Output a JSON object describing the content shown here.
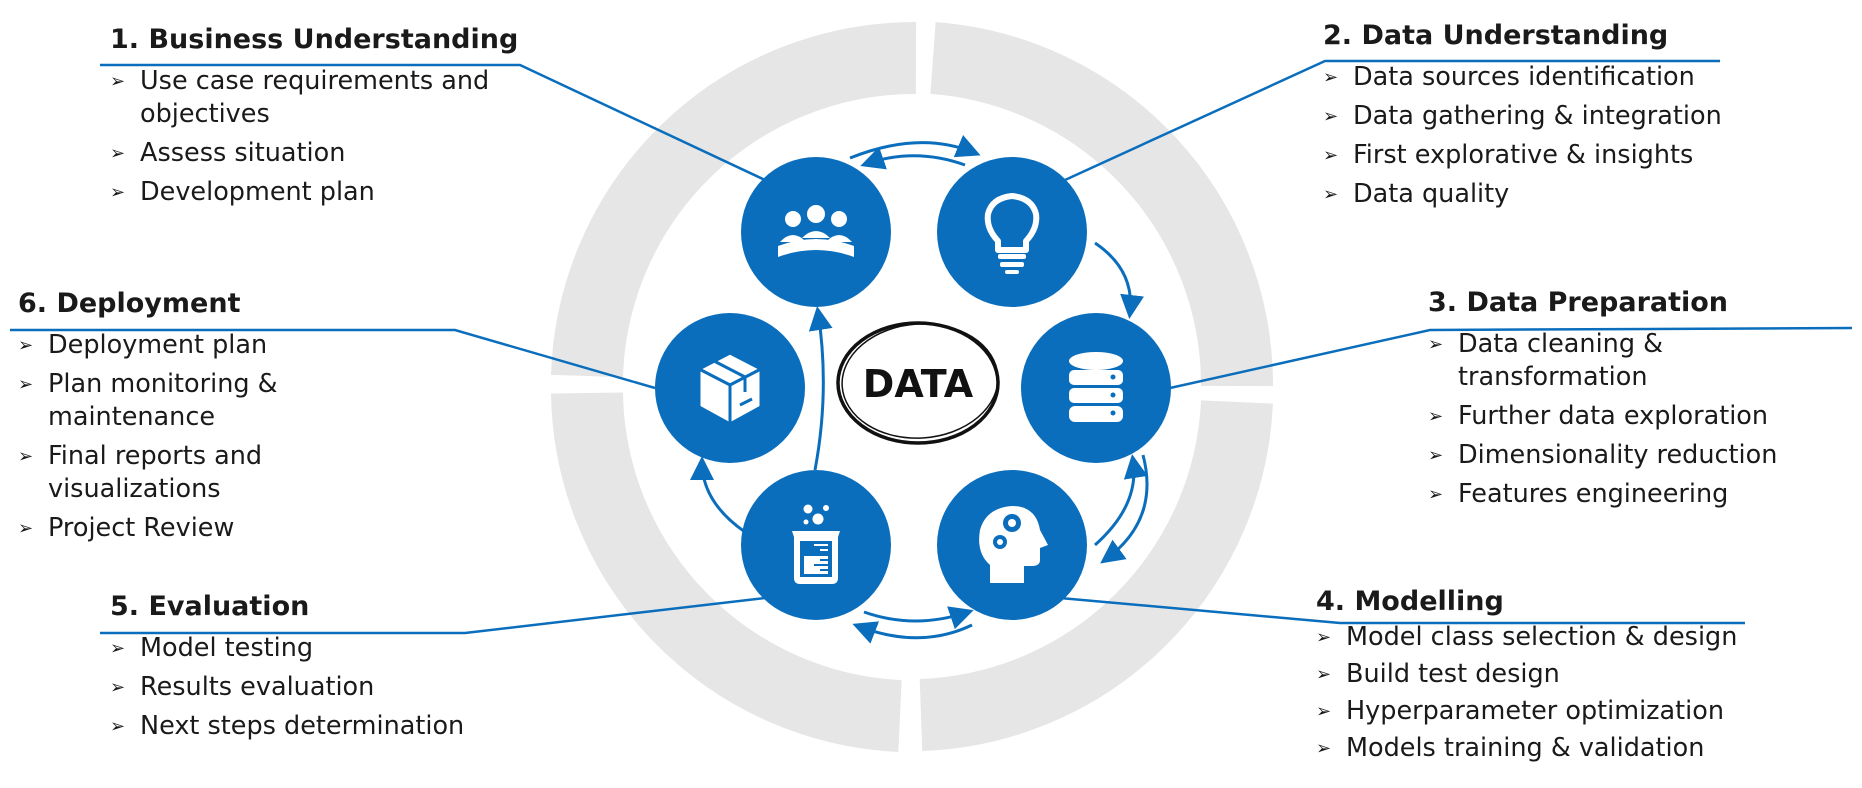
{
  "center": {
    "label": "DATA"
  },
  "stages": [
    {
      "id": "business-understanding",
      "title": "1. Business Understanding",
      "icon": "team-meeting-icon",
      "items": [
        "Use case requirements and objectives",
        "Assess situation",
        "Development plan"
      ]
    },
    {
      "id": "data-understanding",
      "title": "2. Data Understanding",
      "icon": "lightbulb-icon",
      "items": [
        "Data sources identification",
        "Data gathering & integration",
        "First explorative & insights",
        "Data quality"
      ]
    },
    {
      "id": "data-preparation",
      "title": "3. Data Preparation",
      "icon": "database-icon",
      "items": [
        "Data cleaning & transformation",
        "Further data exploration",
        "Dimensionality reduction",
        "Features engineering"
      ]
    },
    {
      "id": "modelling",
      "title": "4. Modelling",
      "icon": "head-gears-icon",
      "items": [
        "Model class selection & design",
        "Build test design",
        "Hyperparameter optimization",
        "Models training & validation"
      ]
    },
    {
      "id": "evaluation",
      "title": "5. Evaluation",
      "icon": "beaker-icon",
      "items": [
        "Model testing",
        "Results evaluation",
        "Next steps determination"
      ]
    },
    {
      "id": "deployment",
      "title": "6. Deployment",
      "icon": "package-box-icon",
      "items": [
        "Deployment plan",
        "Plan monitoring & maintenance",
        "Final reports and visualizations",
        "Project Review"
      ]
    }
  ],
  "bullet_glyph": "➢",
  "colors": {
    "accent": "#0a6ebd",
    "ring": "#e6e6e6",
    "text": "#1a1a1a",
    "background": "#ffffff"
  }
}
